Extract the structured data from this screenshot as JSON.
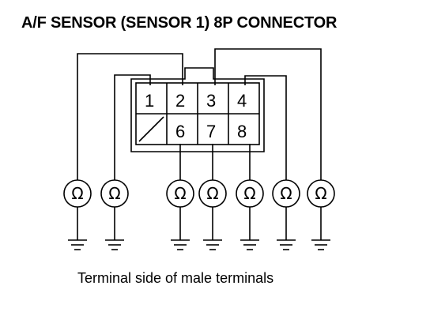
{
  "title": "A/F SENSOR (SENSOR 1) 8P CONNECTOR",
  "caption": "Terminal side of male terminals",
  "connector": {
    "pins_top": [
      "1",
      "2",
      "3",
      "4"
    ],
    "pins_bottom": [
      "",
      "6",
      "7",
      "8"
    ]
  },
  "meters": {
    "symbol": "Ω",
    "count": 7
  }
}
